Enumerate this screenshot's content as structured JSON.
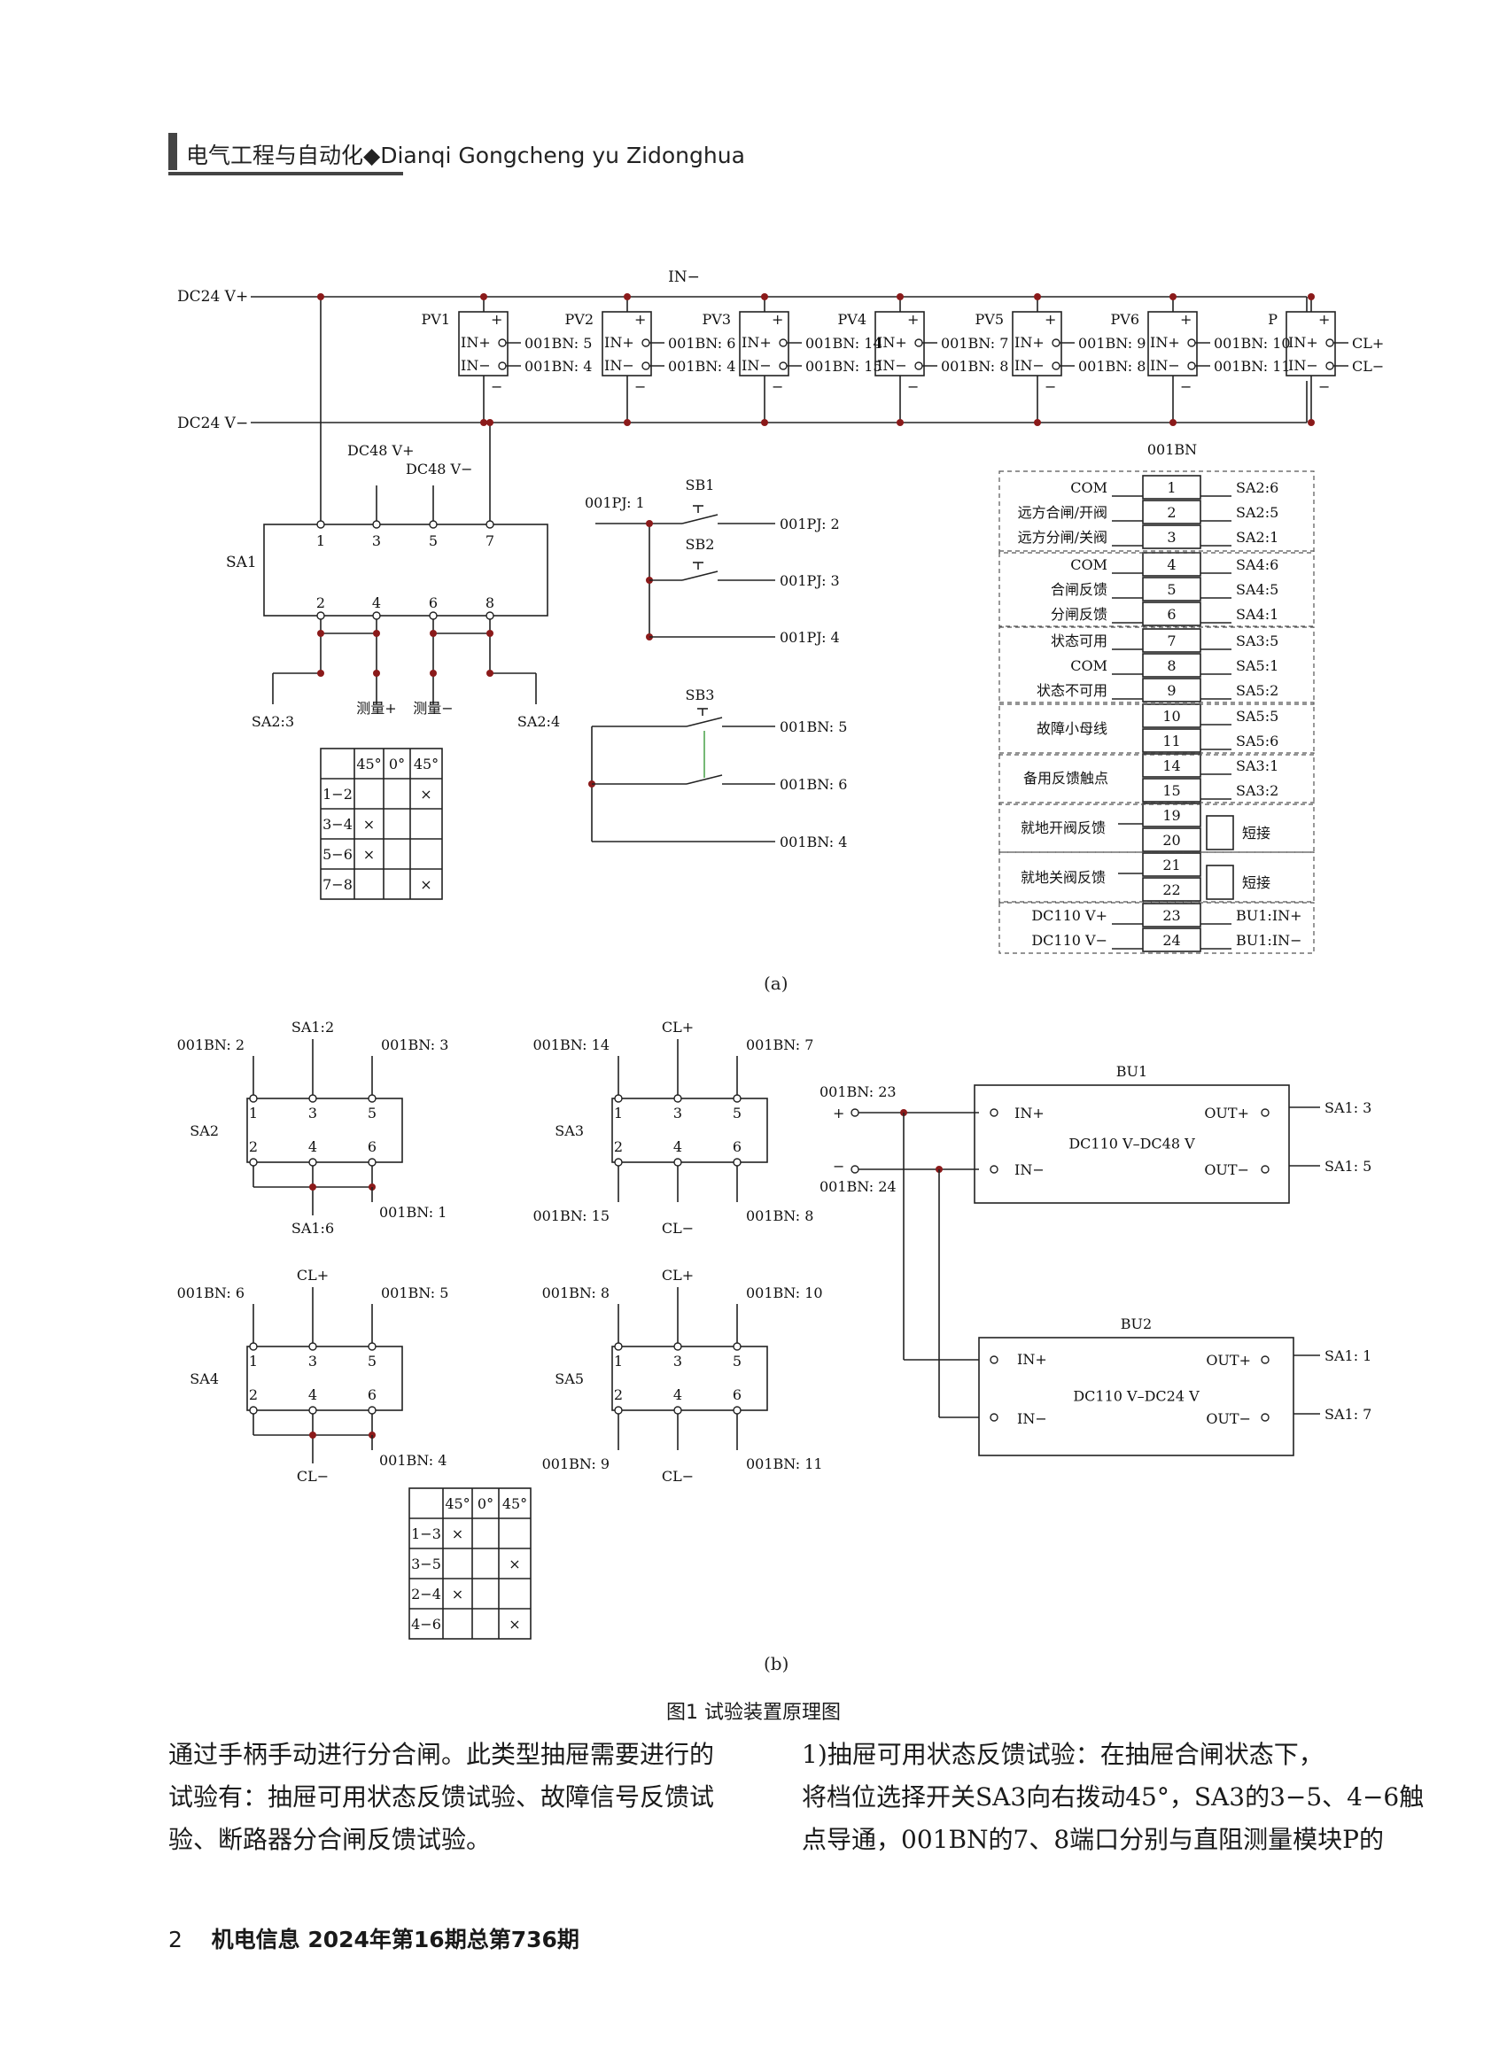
{
  "header": {
    "title": "电气工程与自动化◆Dianqi Gongcheng yu Zidonghua"
  },
  "figure": {
    "label_a": "(a)",
    "label_b": "(b)",
    "caption": "图1 试验装置原理图",
    "a": {
      "rails": {
        "dc24p": "DC24 V+",
        "dc24m": "DC24 V−",
        "in_minus": "IN−"
      },
      "modules": [
        {
          "name": "PV1",
          "t1": "001BN: 5",
          "t2": "001BN: 4"
        },
        {
          "name": "PV2",
          "t1": "001BN: 6",
          "t2": "001BN: 4"
        },
        {
          "name": "PV3",
          "t1": "001BN: 14",
          "t2": "001BN: 15"
        },
        {
          "name": "PV4",
          "t1": "001BN: 7",
          "t2": "001BN: 8"
        },
        {
          "name": "PV5",
          "t1": "001BN: 9",
          "t2": "001BN: 8"
        },
        {
          "name": "PV6",
          "t1": "001BN: 10",
          "t2": "001BN: 11"
        },
        {
          "name": "P",
          "t1": "CL+",
          "t2": "CL−"
        }
      ],
      "module_labels": {
        "inp": "IN+",
        "inm": "IN−",
        "plus": "+",
        "minus": "−"
      },
      "sa1": {
        "name": "SA1",
        "dc48p": "DC48 V+",
        "dc48m": "DC48 V−",
        "top": [
          "1",
          "3",
          "5",
          "7"
        ],
        "bottom": [
          "2",
          "4",
          "6",
          "8"
        ],
        "outs": [
          "SA2:3",
          "测量+",
          "测量−",
          "SA2:4"
        ]
      },
      "table1": {
        "headers": [
          "",
          "45°",
          "0°",
          "45°"
        ],
        "rows": [
          [
            "1−2",
            "",
            "",
            "×"
          ],
          [
            "3−4",
            "×",
            "",
            ""
          ],
          [
            "5−6",
            "×",
            "",
            ""
          ],
          [
            "7−8",
            "",
            "",
            "×"
          ]
        ]
      },
      "sb": {
        "in": "001PJ: 1",
        "sb1": "SB1",
        "sb2": "SB2",
        "sb3": "SB3",
        "o1": "001PJ: 2",
        "o2": "001PJ: 3",
        "o3": "001PJ: 4",
        "o4": "001BN: 5",
        "o5": "001BN: 6",
        "o6": "001BN: 4"
      },
      "bn": {
        "title": "001BN",
        "rows": [
          {
            "l": "COM",
            "n": "1",
            "r": "SA2:6"
          },
          {
            "l": "远方合闸/开阀",
            "n": "2",
            "r": "SA2:5"
          },
          {
            "l": "远方分闸/关阀",
            "n": "3",
            "r": "SA2:1"
          },
          {
            "l": "COM",
            "n": "4",
            "r": "SA4:6"
          },
          {
            "l": "合闸反馈",
            "n": "5",
            "r": "SA4:5"
          },
          {
            "l": "分闸反馈",
            "n": "6",
            "r": "SA4:1"
          },
          {
            "l": "状态可用",
            "n": "7",
            "r": "SA3:5"
          },
          {
            "l": "COM",
            "n": "8",
            "r": "SA5:1"
          },
          {
            "l": "状态不可用",
            "n": "9",
            "r": "SA5:2"
          },
          {
            "l": "",
            "n": "10",
            "r": "SA5:5"
          },
          {
            "l": "",
            "n": "11",
            "r": "SA5:6"
          },
          {
            "l": "",
            "n": "14",
            "r": "SA3:1"
          },
          {
            "l": "",
            "n": "15",
            "r": "SA3:2"
          },
          {
            "l": "",
            "n": "19",
            "r": ""
          },
          {
            "l": "",
            "n": "20",
            "r": ""
          },
          {
            "l": "",
            "n": "21",
            "r": ""
          },
          {
            "l": "",
            "n": "22",
            "r": ""
          },
          {
            "l": "DC110 V+",
            "n": "23",
            "r": "BU1:IN+"
          },
          {
            "l": "DC110 V−",
            "n": "24",
            "r": "BU1:IN−"
          }
        ],
        "group_labels": [
          "故障小母线",
          "备用反馈触点",
          "就地开阀反馈",
          "就地关阀反馈"
        ],
        "short": "短接"
      }
    },
    "b": {
      "switches": [
        {
          "name": "SA2",
          "top_ext": "SA1:2",
          "tl": "001BN: 2",
          "tr": "001BN: 3",
          "bl": "SA1:6",
          "br": "001BN: 1"
        },
        {
          "name": "SA3",
          "top_ext": "CL+",
          "tl": "001BN: 14",
          "tr": "001BN: 7",
          "bl": "001BN: 15",
          "bm": "CL−",
          "br": "001BN: 8"
        },
        {
          "name": "SA4",
          "top_ext": "CL+",
          "tl": "001BN: 6",
          "tr": "001BN: 5",
          "bl": "CL−",
          "br": "001BN: 4"
        },
        {
          "name": "SA5",
          "top_ext": "CL+",
          "tl": "001BN: 8",
          "tr": "001BN: 10",
          "bl": "001BN: 9",
          "bm": "CL−",
          "br": "001BN: 11"
        }
      ],
      "sw_top": [
        "1",
        "3",
        "5"
      ],
      "sw_bot": [
        "2",
        "4",
        "6"
      ],
      "table2": {
        "headers": [
          "",
          "45°",
          "0°",
          "45°"
        ],
        "rows": [
          [
            "1−3",
            "×",
            "",
            ""
          ],
          [
            "3−5",
            "",
            "",
            "×"
          ],
          [
            "2−4",
            "×",
            "",
            ""
          ],
          [
            "4−6",
            "",
            "",
            "×"
          ]
        ]
      },
      "bu": {
        "in23": "001BN: 23",
        "in24": "001BN: 24",
        "plus": "+",
        "minus": "−",
        "bu1": "BU1",
        "bu1_desc": "DC110 V–DC48 V",
        "bu2": "BU2",
        "bu2_desc": "DC110 V–DC24 V",
        "inp": "IN+",
        "inm": "IN−",
        "outp": "OUT+",
        "outm": "OUT−",
        "o1": "SA1: 3",
        "o2": "SA1: 5",
        "o3": "SA1: 1",
        "o4": "SA1: 7"
      }
    }
  },
  "body": {
    "left": [
      "通过手柄手动进行分合闸。此类型抽屉需要进行的",
      "试验有：抽屉可用状态反馈试验、故障信号反馈试",
      "验、断路器分合闸反馈试验。"
    ],
    "right": [
      "1)抽屉可用状态反馈试验：在抽屉合闸状态下，",
      "将档位选择开关SA3向右拨动45°，SA3的3−5、4−6触",
      "点导通，001BN的7、8端口分别与直阻测量模块P的"
    ]
  },
  "footer": {
    "page": "2",
    "journal": "机电信息 2024年第16期总第736期"
  }
}
